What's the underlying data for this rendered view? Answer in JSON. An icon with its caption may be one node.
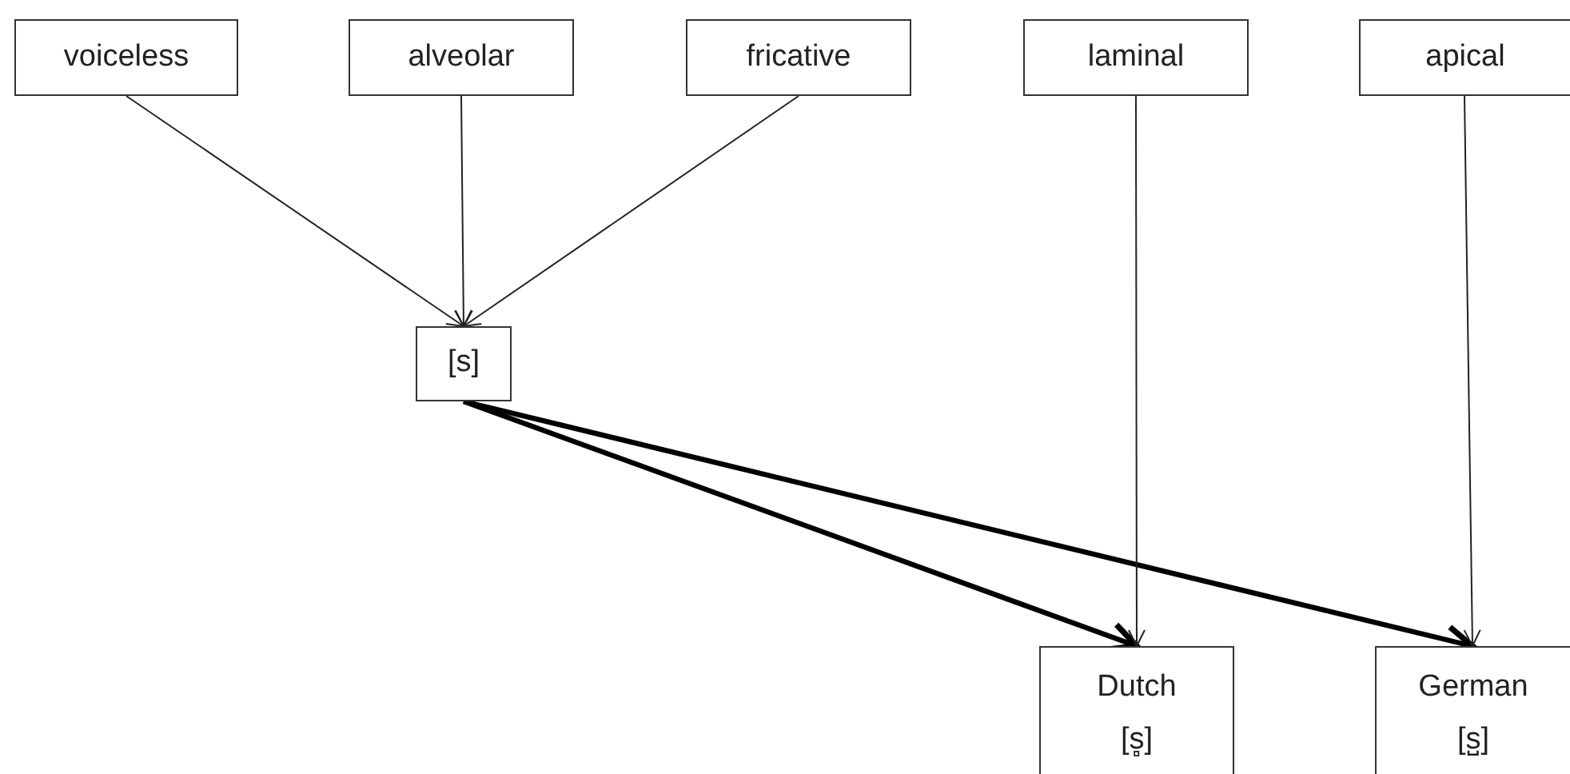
{
  "diagram": {
    "nodes": [
      {
        "text": [
          "voiceless"
        ]
      },
      {
        "text": [
          "alveolar"
        ]
      },
      {
        "text": [
          "fricative"
        ]
      },
      {
        "text": [
          "laminal"
        ]
      },
      {
        "text": [
          "apical"
        ]
      },
      {
        "text": [
          "[s]"
        ]
      },
      {
        "text": [
          "Dutch",
          "[s̻]"
        ]
      },
      {
        "text": [
          "German",
          "[s̺]"
        ]
      }
    ],
    "edges": [
      {
        "from": 0,
        "to": 5,
        "arrow": "to"
      },
      {
        "from": 1,
        "to": 5,
        "arrow": "to"
      },
      {
        "from": 2,
        "to": 5,
        "arrow": "to"
      },
      {
        "from": 5,
        "to": 6,
        "arrow": "to",
        "style": "thick"
      },
      {
        "from": 5,
        "to": 7,
        "arrow": "to",
        "style": "thick"
      },
      {
        "from": 3,
        "to": 6,
        "arrow": "to"
      },
      {
        "from": 4,
        "to": 7,
        "arrow": "to"
      }
    ]
  }
}
